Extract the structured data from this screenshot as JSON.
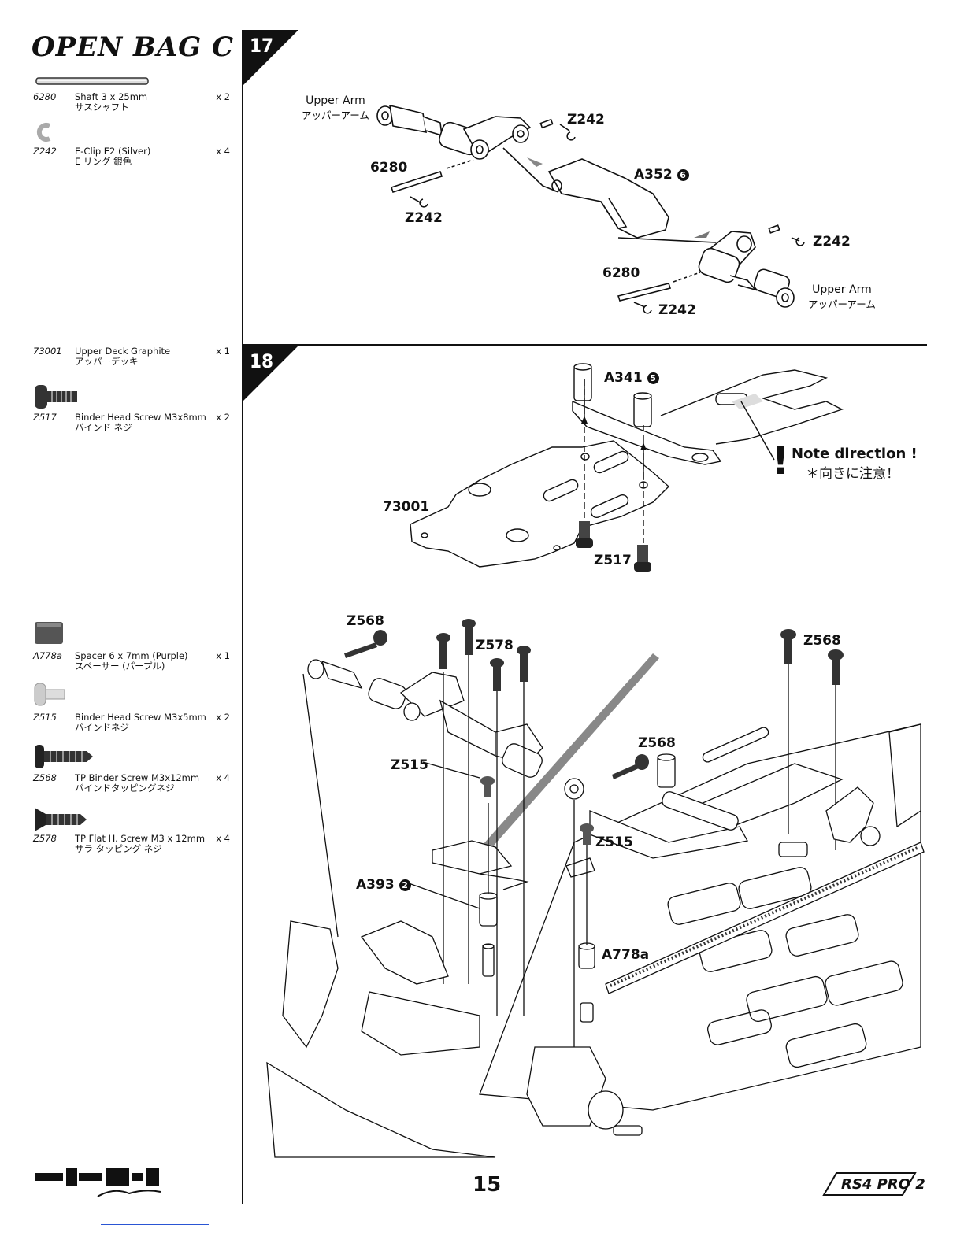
{
  "sidebar": {
    "title": "OPEN BAG C",
    "parts": [
      {
        "code": "6280",
        "name": "Shaft 3 x 25mm",
        "jp": "サスシャフト",
        "qty": "x 2",
        "icon": "shaft-icon"
      },
      {
        "code": "Z242",
        "name": "E-Clip E2 (Silver)",
        "jp": "E リング 銀色",
        "qty": "x 4",
        "icon": "e-clip-icon"
      },
      {
        "code": "73001",
        "name": "Upper Deck Graphite",
        "jp": "アッパーデッキ",
        "qty": "x 1",
        "icon": ""
      },
      {
        "code": "Z517",
        "name": "Binder Head Screw M3x8mm",
        "jp": "バインド ネジ",
        "qty": "x 2",
        "icon": "binder-screw-icon"
      },
      {
        "code": "A778a",
        "name": "Spacer 6 x 7mm (Purple)",
        "jp": "スペーサー (パープル)",
        "qty": "x 1",
        "icon": "spacer-icon"
      },
      {
        "code": "Z515",
        "name": "Binder Head Screw M3x5mm",
        "jp": "バインドネジ",
        "qty": "x 2",
        "icon": "binder-screw-silver-icon"
      },
      {
        "code": "Z568",
        "name": "TP Binder Screw M3x12mm",
        "jp": "バインドタッピングネジ",
        "qty": "x 4",
        "icon": "tp-binder-screw-icon"
      },
      {
        "code": "Z578",
        "name": "TP Flat H. Screw M3 x 12mm",
        "jp": "サラ タッピング ネジ",
        "qty": "x 4",
        "icon": "flat-screw-icon"
      }
    ]
  },
  "step17": {
    "number": "17",
    "labels": {
      "upper_arm_top": "Upper Arm",
      "upper_arm_top_jp": "アッパーアーム",
      "z242_a": "Z242",
      "shaft_left": "6280",
      "a352": "A352",
      "a352_badge": "6",
      "z242_b": "Z242",
      "z242_c": "Z242",
      "shaft_right": "6280",
      "z242_d": "Z242",
      "upper_arm_bottom": "Upper Arm",
      "upper_arm_bottom_jp": "アッパーアーム"
    }
  },
  "step18": {
    "number": "18",
    "labels": {
      "a341": "A341",
      "a341_badge": "5",
      "note": "Note direction !",
      "note_jp": "＊向きに注意！",
      "deck": "73001",
      "z517": "Z517",
      "z568_left": "Z568",
      "z578": "Z578",
      "z568_right": "Z568",
      "z568_mid": "Z568",
      "z515_left": "Z515",
      "z515_right": "Z515",
      "a393": "A393",
      "a393_badge": "2",
      "a778a": "A778a"
    }
  },
  "footer": {
    "page_number": "15",
    "brand_logo": "HPI RACING",
    "model_logo": "RS4 PRO 2"
  }
}
